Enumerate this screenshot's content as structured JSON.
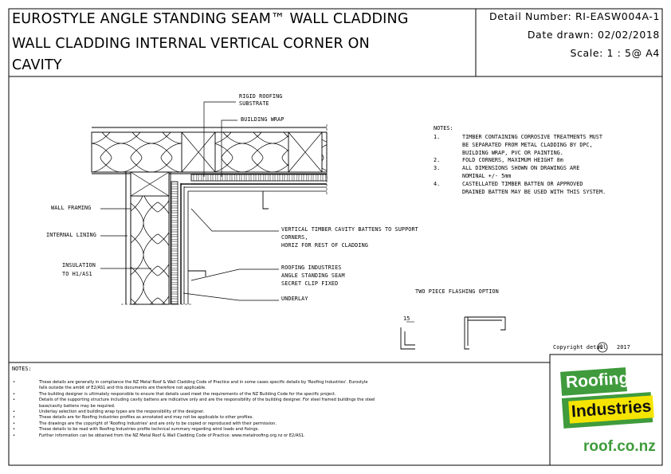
{
  "title": {
    "line1": "EUROSTYLE ANGLE STANDING SEAM™ WALL CLADDING",
    "line2": "WALL CLADDING INTERNAL VERTICAL CORNER ON",
    "line3": "CAVITY"
  },
  "meta": {
    "detail_number": "Detail Number: RI-EASW004A-1",
    "date_drawn": "Date drawn: 02/02/2018",
    "scale": "Scale: 1 : 5@ A4"
  },
  "labels": {
    "rigid_roofing": "RIGID ROOFING",
    "substrate": "SUBSTRATE",
    "building_wrap": "BUILDING WRAP",
    "wall_framing": "WALL FRAMING",
    "internal_lining": "INTERNAL LINING",
    "insulation_1": "INSULATION",
    "insulation_2": "TO H1/AS1",
    "battens_1": "VERTICAL TIMBER CAVITY BATTENS TO SUPPORT",
    "battens_2": "CORNERS,",
    "battens_3": "HORIZ FOR REST OF CLADDING",
    "roofing_1": "ROOFING INDUSTRIES",
    "roofing_2": "ANGLE STANDING SEAM",
    "roofing_3": "SECRET CLIP FIXED",
    "underlay": "UNDERLAY",
    "two_piece": "TWO PIECE FLASHING OPTION",
    "dim_15": "15"
  },
  "notes": {
    "heading": "NOTES:",
    "items": [
      {
        "num": "1.",
        "lines": [
          "TIMBER CONTAINING CORROSIVE TREATMENTS MUST",
          "BE SEPARATED FROM METAL CLADDING BY DPC,",
          "BUILDING WRAP, PVC OR PAINTING."
        ]
      },
      {
        "num": "2.",
        "lines": [
          "FOLD CORNERS, MAXIMUM HEIGHT 8m"
        ]
      },
      {
        "num": "3.",
        "lines": [
          "ALL DIMENSIONS SHOWN ON DRAWINGS ARE",
          "NOMINAL +/- 5mm"
        ]
      },
      {
        "num": "4.",
        "lines": [
          "CASTELLATED TIMBER BATTEN OR APPROVED",
          "DRAINED BATTEN MAY BE USED WITH THIS SYSTEM."
        ]
      }
    ]
  },
  "copyright": {
    "label": "Copyright detail",
    "symbol": "©",
    "year": "2017"
  },
  "logo": {
    "word1": "Roofing",
    "word2": "Industries",
    "url": "roof.co.nz",
    "green": "#3f9b3c",
    "yellow": "#f5e400"
  },
  "footer": {
    "heading": "NOTES:",
    "bullet": "•",
    "lines": [
      "These details are generally in compliance the NZ Metal Roof & Wall Cladding Code of Practice and in some cases specific details by 'Roofing Industries'. Eurostyle",
      "falls outside the ambit of E2/AS1 and this documents are therefore not applicable.",
      "The building designer is ultimately responsible to ensure that details used meet the requirements of the NZ Building Code for the specific project.",
      "Details of the supporting structure including cavity battens are indicative only and are the responsibility of the building designer. For steel framed buildings the steel",
      "base/cavity battens may be required.",
      "Underlay selection and building wrap types are the responsibility of the designer.",
      "These details are for Roofing Industries profiles as annotated and may not be applicable to other profiles.",
      "The drawings are the copyright of 'Roofing Industries' and are only to be copied or reproduced with their permission.",
      "These details to be read with Roofing Industries profile technical summary regarding wind loads and fixings.",
      "Further information can be obtained from the NZ Metal Roof & Wall Cladding Code of Practice: www.metalroofing.org.nz or E2/AS1."
    ],
    "bullet_rows": [
      0,
      2,
      3,
      5,
      6,
      7,
      8,
      9
    ]
  }
}
